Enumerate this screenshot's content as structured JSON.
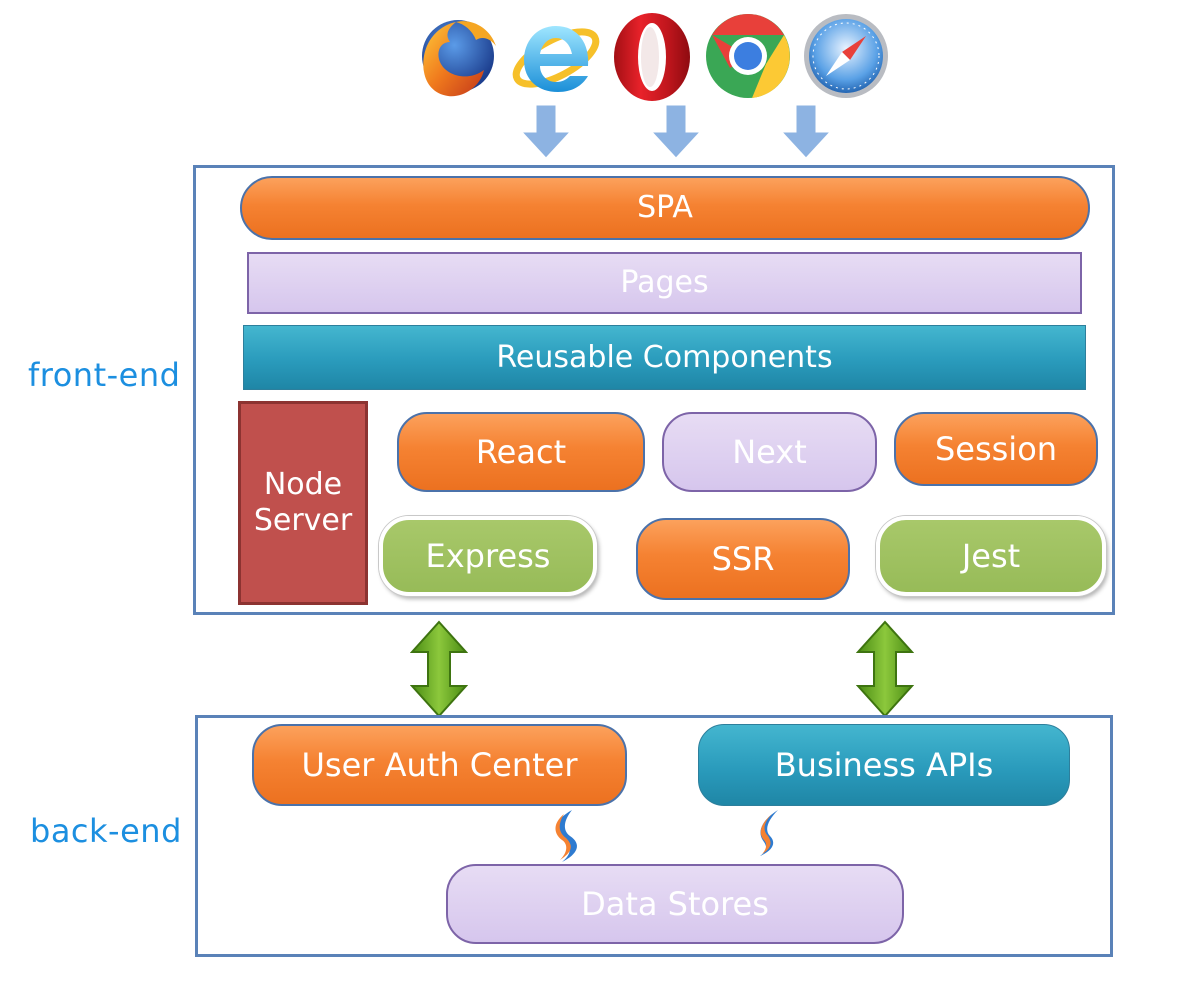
{
  "labels": {
    "front_end": "front-end",
    "back_end": "back-end"
  },
  "browsers": [
    "firefox-icon",
    "internet-explorer-icon",
    "opera-icon",
    "chrome-icon",
    "safari-icon"
  ],
  "front_end": {
    "spa": "SPA",
    "pages": "Pages",
    "reusable_components": "Reusable Components",
    "node_server": "Node Server",
    "react": "React",
    "next": "Next",
    "session": "Session",
    "express": "Express",
    "ssr": "SSR",
    "jest": "Jest"
  },
  "back_end": {
    "user_auth_center": "User Auth Center",
    "business_apis": "Business APIs",
    "data_stores": "Data Stores"
  },
  "colors": {
    "label_blue": "#1c8fe0",
    "panel_border": "#5a82b8",
    "orange": "#f58232",
    "lilac": "#d6c6ed",
    "teal": "#2a9bbc",
    "green": "#97bb58",
    "red": "#c0504d",
    "down_arrow": "#8db3e2",
    "double_arrow": "#5f9e1e"
  }
}
